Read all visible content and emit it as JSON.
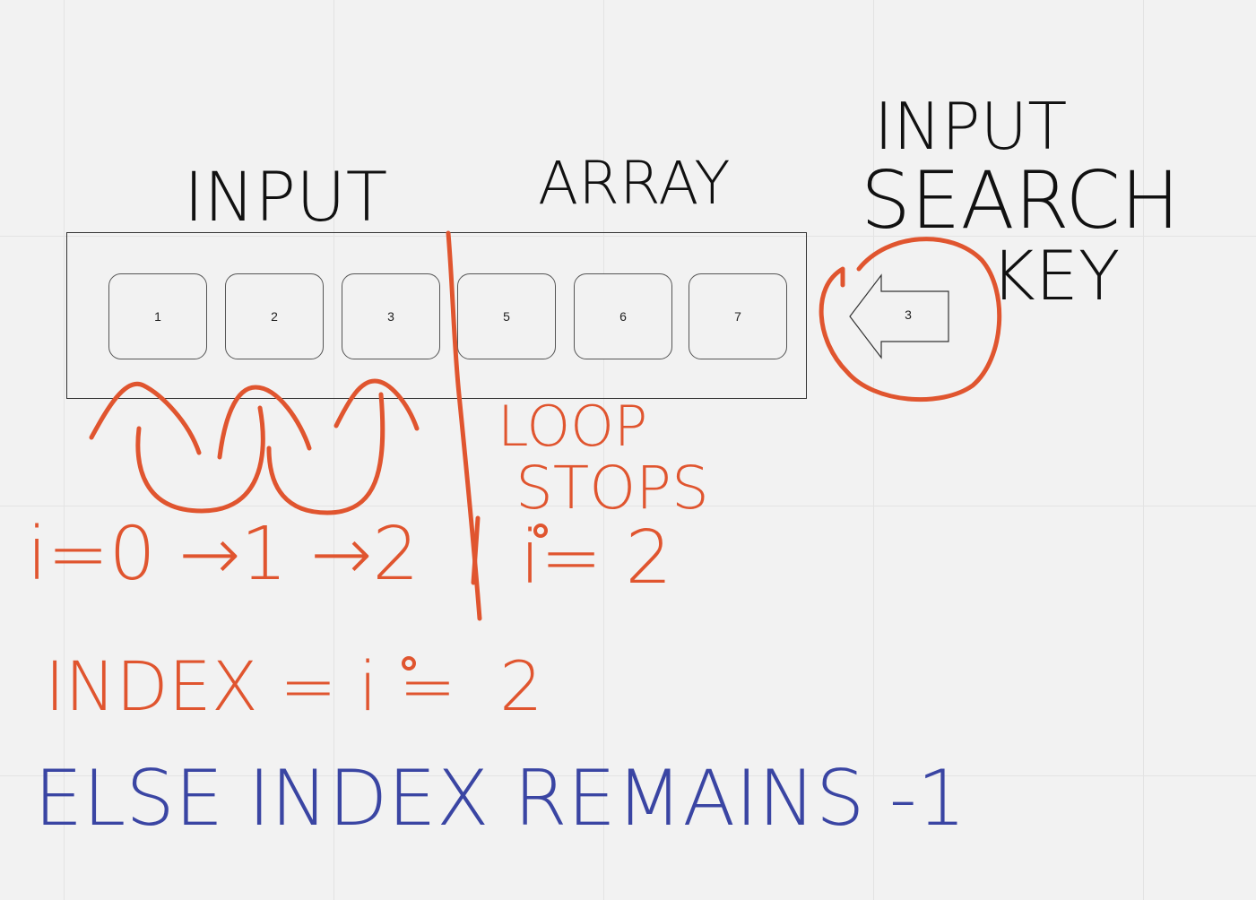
{
  "labels": {
    "input_array_1": "INPUT",
    "input_array_2": "ARRAY",
    "search_key_1": "INPUT",
    "search_key_2": "SEARCH",
    "search_key_3": "KEY",
    "loop_stops_1": "LOOP",
    "loop_stops_2": "STOPS",
    "iteration": "i=0 →1 →2",
    "stop_value": "i= 2",
    "index_assign": "INDEX = i =  2",
    "else_note": "ELSE INDEX REMAINS -1"
  },
  "array": [
    "1",
    "2",
    "3",
    "5",
    "6",
    "7"
  ],
  "search_key": "3",
  "colors": {
    "ink_black": "#111111",
    "ink_orange": "#e0552f",
    "ink_blue": "#3a45a3"
  }
}
